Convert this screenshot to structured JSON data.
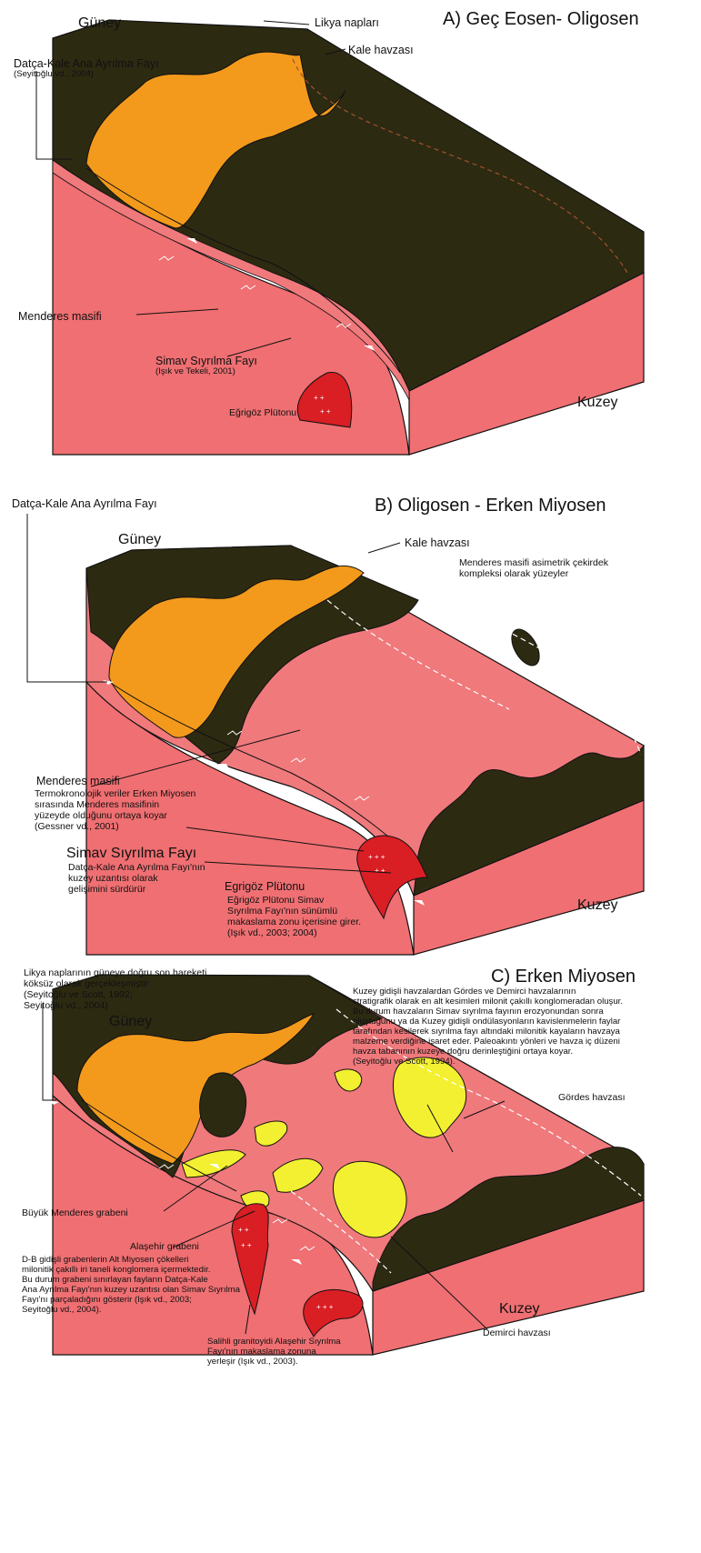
{
  "panels": [
    {
      "title": "A) Geç Eosen- Oligosen",
      "labels": {
        "guney": "Güney",
        "kuzey": "Kuzey",
        "likya": "Likya napları",
        "kale": "Kale havzası",
        "datca_fault": "Datça-Kale Ana Ayrılma Fayı",
        "datca_ref": "(Seyitoğlu vd., 2004)",
        "menderes": "Menderes masifi",
        "simav": "Simav Sıyrılma Fayı",
        "simav_ref": "(Işık ve Tekeli, 2001)",
        "egrigoz": "Eğrigöz Plütonu"
      }
    },
    {
      "title": "B) Oligosen - Erken Miyosen",
      "labels": {
        "datca_fault": "Datça-Kale Ana Ayrılma Fayı",
        "guney": "Güney",
        "kuzey": "Kuzey",
        "kale": "Kale havzası",
        "menderes_core": "Menderes masifi asimetrik çekirdek\nkompleksi olarak yüzeyler",
        "menderes": "Menderes masifi",
        "menderes_text": "Termokronolojik veriler Erken Miyosen\nsırasında Menderes masifinin\nyüzeyde olduğunu ortaya koyar\n(Gessner vd., 2001)",
        "simav": "Simav Sıyrılma Fayı",
        "simav_text": "Datça-Kale Ana Ayrılma Fayı'nın\nkuzey uzantısı olarak\ngelişimini sürdürür",
        "egrigoz": "Egrigöz Plütonu",
        "egrigoz_text": "Eğrigöz Plütonu Simav\nSıyrılma Fayı'nın sünümlü\nmakaslama zonu içerisine girer.\n(Işık vd., 2003; 2004)"
      }
    },
    {
      "title": "C) Erken Miyosen",
      "labels": {
        "likya": "Likya naplarının güneye doğru son hareketi\nköksüz olarak gerçekleşmiştir\n(Seyitoğlu ve Scott, 1992;\nSeyitoğlu vd., 2004)",
        "guney": "Güney",
        "kuzey": "Kuzey",
        "kuzey_text": "Kuzey gidişli havzalardan Gördes ve Demirci havzalarının\nstratigrafik olarak en alt kesimleri milonit çakıllı konglomeradan oluşur.\nBu durum havzaların Simav sıyrılma fayının erozyonundan sonra\noluştuğunu ya da Kuzey gidişli ondülasyonların kavislenmelerin faylar\ntarafından kesilerek sıyrılma fayı altındaki milonitik kayaların havzaya\nmalzeme verdiğine işaret eder. Paleoakıntı yönleri ve havza iç düzeni\nhavza tabanının kuzeye doğru derinleştiğini ortaya koyar.\n(Seyitoğlu ve Scott, 1994).",
        "gordes": "Gördes havzası",
        "buyuk": "Büyük Menderes grabeni",
        "alasehir": "Alaşehir grabeni",
        "alasehir_text": "D-B gidişli grabenlerin Alt Miyosen çökelleri\nmilonitik çakıllı iri taneli konglomera içermektedir.\nBu durum grabeni sınırlayan fayların Datça-Kale\nAna Ayrılma Fayı'nın kuzey uzantısı olan Simav Sıyrılma\nFayı'nı parçaladığını gösterir (Işık vd., 2003;\nSeyitoğlu vd., 2004).",
        "salihli": "Salihli granitoyidi Alaşehir Sıyrılma\nFayı'nın makaslama zonuna\nyerleşir (Işık vd., 2003).",
        "demirci": "Demirci havzası"
      }
    }
  ],
  "colors": {
    "nappe": "#2d2a12",
    "massif_top": "#f0797c",
    "massif_side": "#ef6f72",
    "basin": "#f39a1c",
    "pluton": "#d91e24",
    "neogene": "#f2f030",
    "outline": "#111111",
    "fault_dashed": "#a0522d"
  },
  "icons": [
    "fault-arrow-icon",
    "pluton-cross-icon",
    "shear-sense-icon"
  ]
}
